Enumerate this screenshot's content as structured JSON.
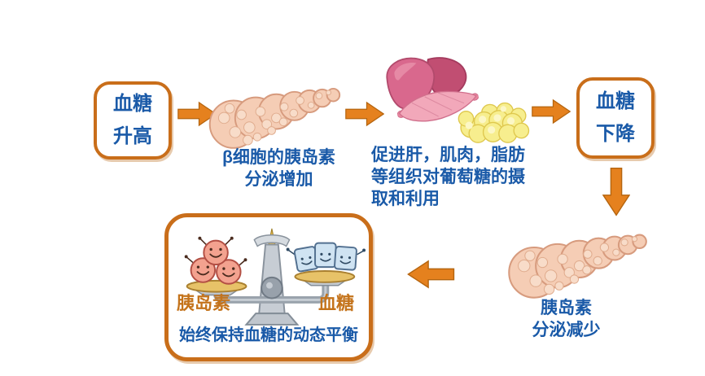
{
  "colors": {
    "arrow_orange": "#E5811E",
    "arrow_outline": "#B5650F",
    "box_border_orange": "#C96E1A",
    "text_blue": "#1A5AA8",
    "balance_label_orange": "#C4731B",
    "pancreas_fill": "#F5CDB5",
    "liver_fill": "#D9688D",
    "muscle_fill": "#F2A8BA",
    "fat_fill": "#F7EE8E",
    "insulin_ball_fill": "#F3A28F",
    "glucose_cube_fill": "#CFE3F2"
  },
  "nodes": {
    "box_rise": {
      "text": "血糖\n升高"
    },
    "pancreas_top": {
      "caption": "β细胞的胰岛素\n分泌增加",
      "icon": "pancreas-icon"
    },
    "organs": {
      "caption": "促进肝，肌肉，脂肪\n等组织对葡萄糖的摄\n取和利用",
      "icons": [
        "liver-icon",
        "muscle-icon",
        "fat-icon"
      ]
    },
    "box_fall": {
      "text": "血糖\n下降"
    },
    "pancreas_bottom": {
      "caption": "胰岛素\n分泌减少",
      "icon": "pancreas-icon"
    },
    "balance": {
      "left_label": "胰岛素",
      "right_label": "血糖",
      "caption": "始终保持血糖的动态平衡",
      "icon": "balance-scale-icon",
      "left_items": "insulin-ball-icon x3",
      "right_items": "glucose-cube-icon x3"
    }
  },
  "arrows": [
    {
      "name": "arrow-rise-to-pancreas",
      "direction": "right"
    },
    {
      "name": "arrow-pancreas-to-organs",
      "direction": "right"
    },
    {
      "name": "arrow-organs-to-fall",
      "direction": "right"
    },
    {
      "name": "arrow-fall-to-pancreas",
      "direction": "down"
    },
    {
      "name": "arrow-pancreas-to-balance",
      "direction": "left"
    }
  ]
}
